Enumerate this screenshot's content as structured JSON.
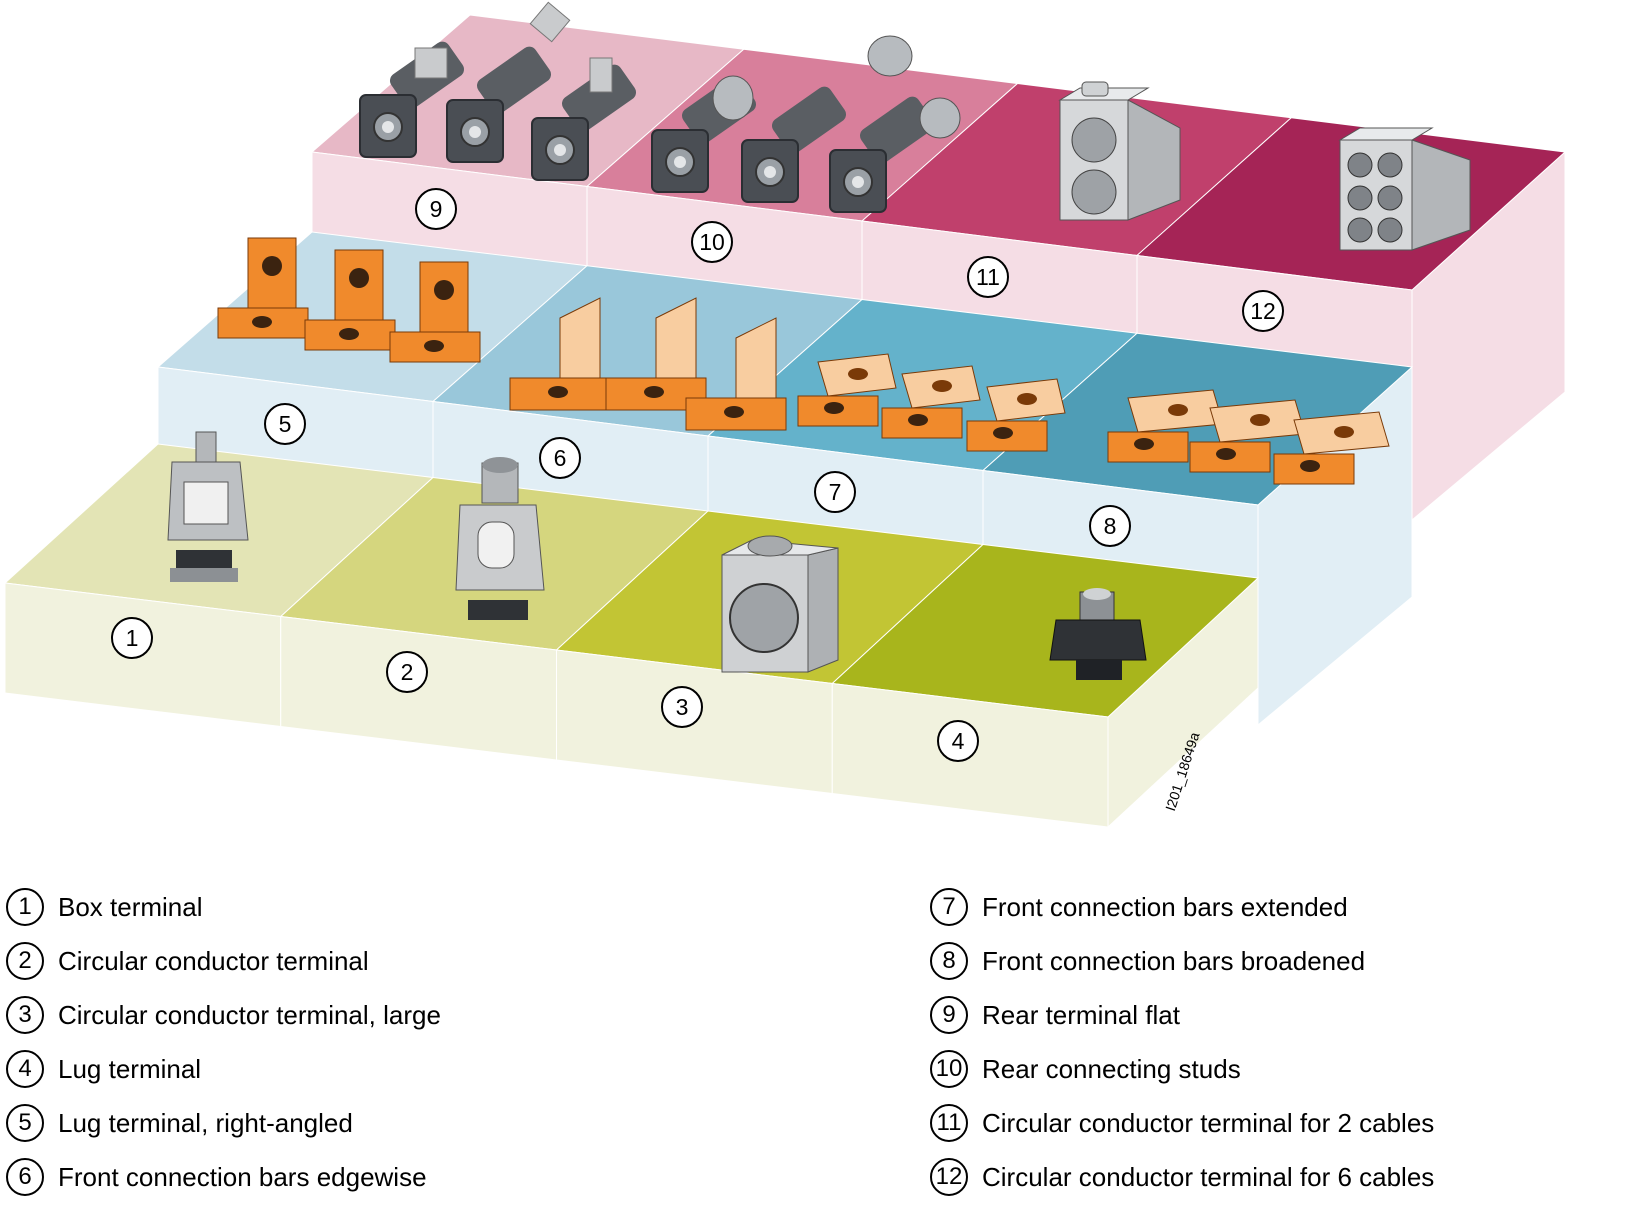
{
  "drawing_code": "I201_18649a",
  "tiles": [
    {
      "number": "1",
      "tier": "bottom"
    },
    {
      "number": "2",
      "tier": "bottom"
    },
    {
      "number": "3",
      "tier": "bottom"
    },
    {
      "number": "4",
      "tier": "bottom"
    },
    {
      "number": "5",
      "tier": "middle"
    },
    {
      "number": "6",
      "tier": "middle"
    },
    {
      "number": "7",
      "tier": "middle"
    },
    {
      "number": "8",
      "tier": "middle"
    },
    {
      "number": "9",
      "tier": "top"
    },
    {
      "number": "10",
      "tier": "top"
    },
    {
      "number": "11",
      "tier": "top"
    },
    {
      "number": "12",
      "tier": "top"
    }
  ],
  "legend": [
    {
      "number": "1",
      "text": "Box terminal"
    },
    {
      "number": "2",
      "text": "Circular conductor terminal"
    },
    {
      "number": "3",
      "text": "Circular conductor terminal, large"
    },
    {
      "number": "4",
      "text": "Lug terminal"
    },
    {
      "number": "5",
      "text": "Lug terminal, right-angled"
    },
    {
      "number": "6",
      "text": "Front connection bars edgewise"
    },
    {
      "number": "7",
      "text": "Front connection bars extended"
    },
    {
      "number": "8",
      "text": "Front connection bars broadened"
    },
    {
      "number": "9",
      "text": "Rear terminal flat"
    },
    {
      "number": "10",
      "text": "Rear connecting studs"
    },
    {
      "number": "11",
      "text": "Circular conductor terminal for 2 cables"
    },
    {
      "number": "12",
      "text": "Circular conductor terminal for 6 cables"
    }
  ],
  "colors": {
    "bottom_tops": [
      "#e3e4b5",
      "#d5d67e",
      "#c2c534",
      "#a8b51c"
    ],
    "bottom_front": "#f1f2de",
    "middle_tops": [
      "#c3dde9",
      "#99c7da",
      "#64b2cb",
      "#4f9db6"
    ],
    "middle_front": "#e1eef5",
    "top_tops": [
      "#e7b8c6",
      "#d87f9b",
      "#c0406c",
      "#a52456"
    ],
    "top_front": "#f5dde5",
    "copper": "#f08a2c",
    "copper_light": "#f8cda0",
    "metal": "#c8cacc",
    "dark_part": "#4a4e54"
  }
}
